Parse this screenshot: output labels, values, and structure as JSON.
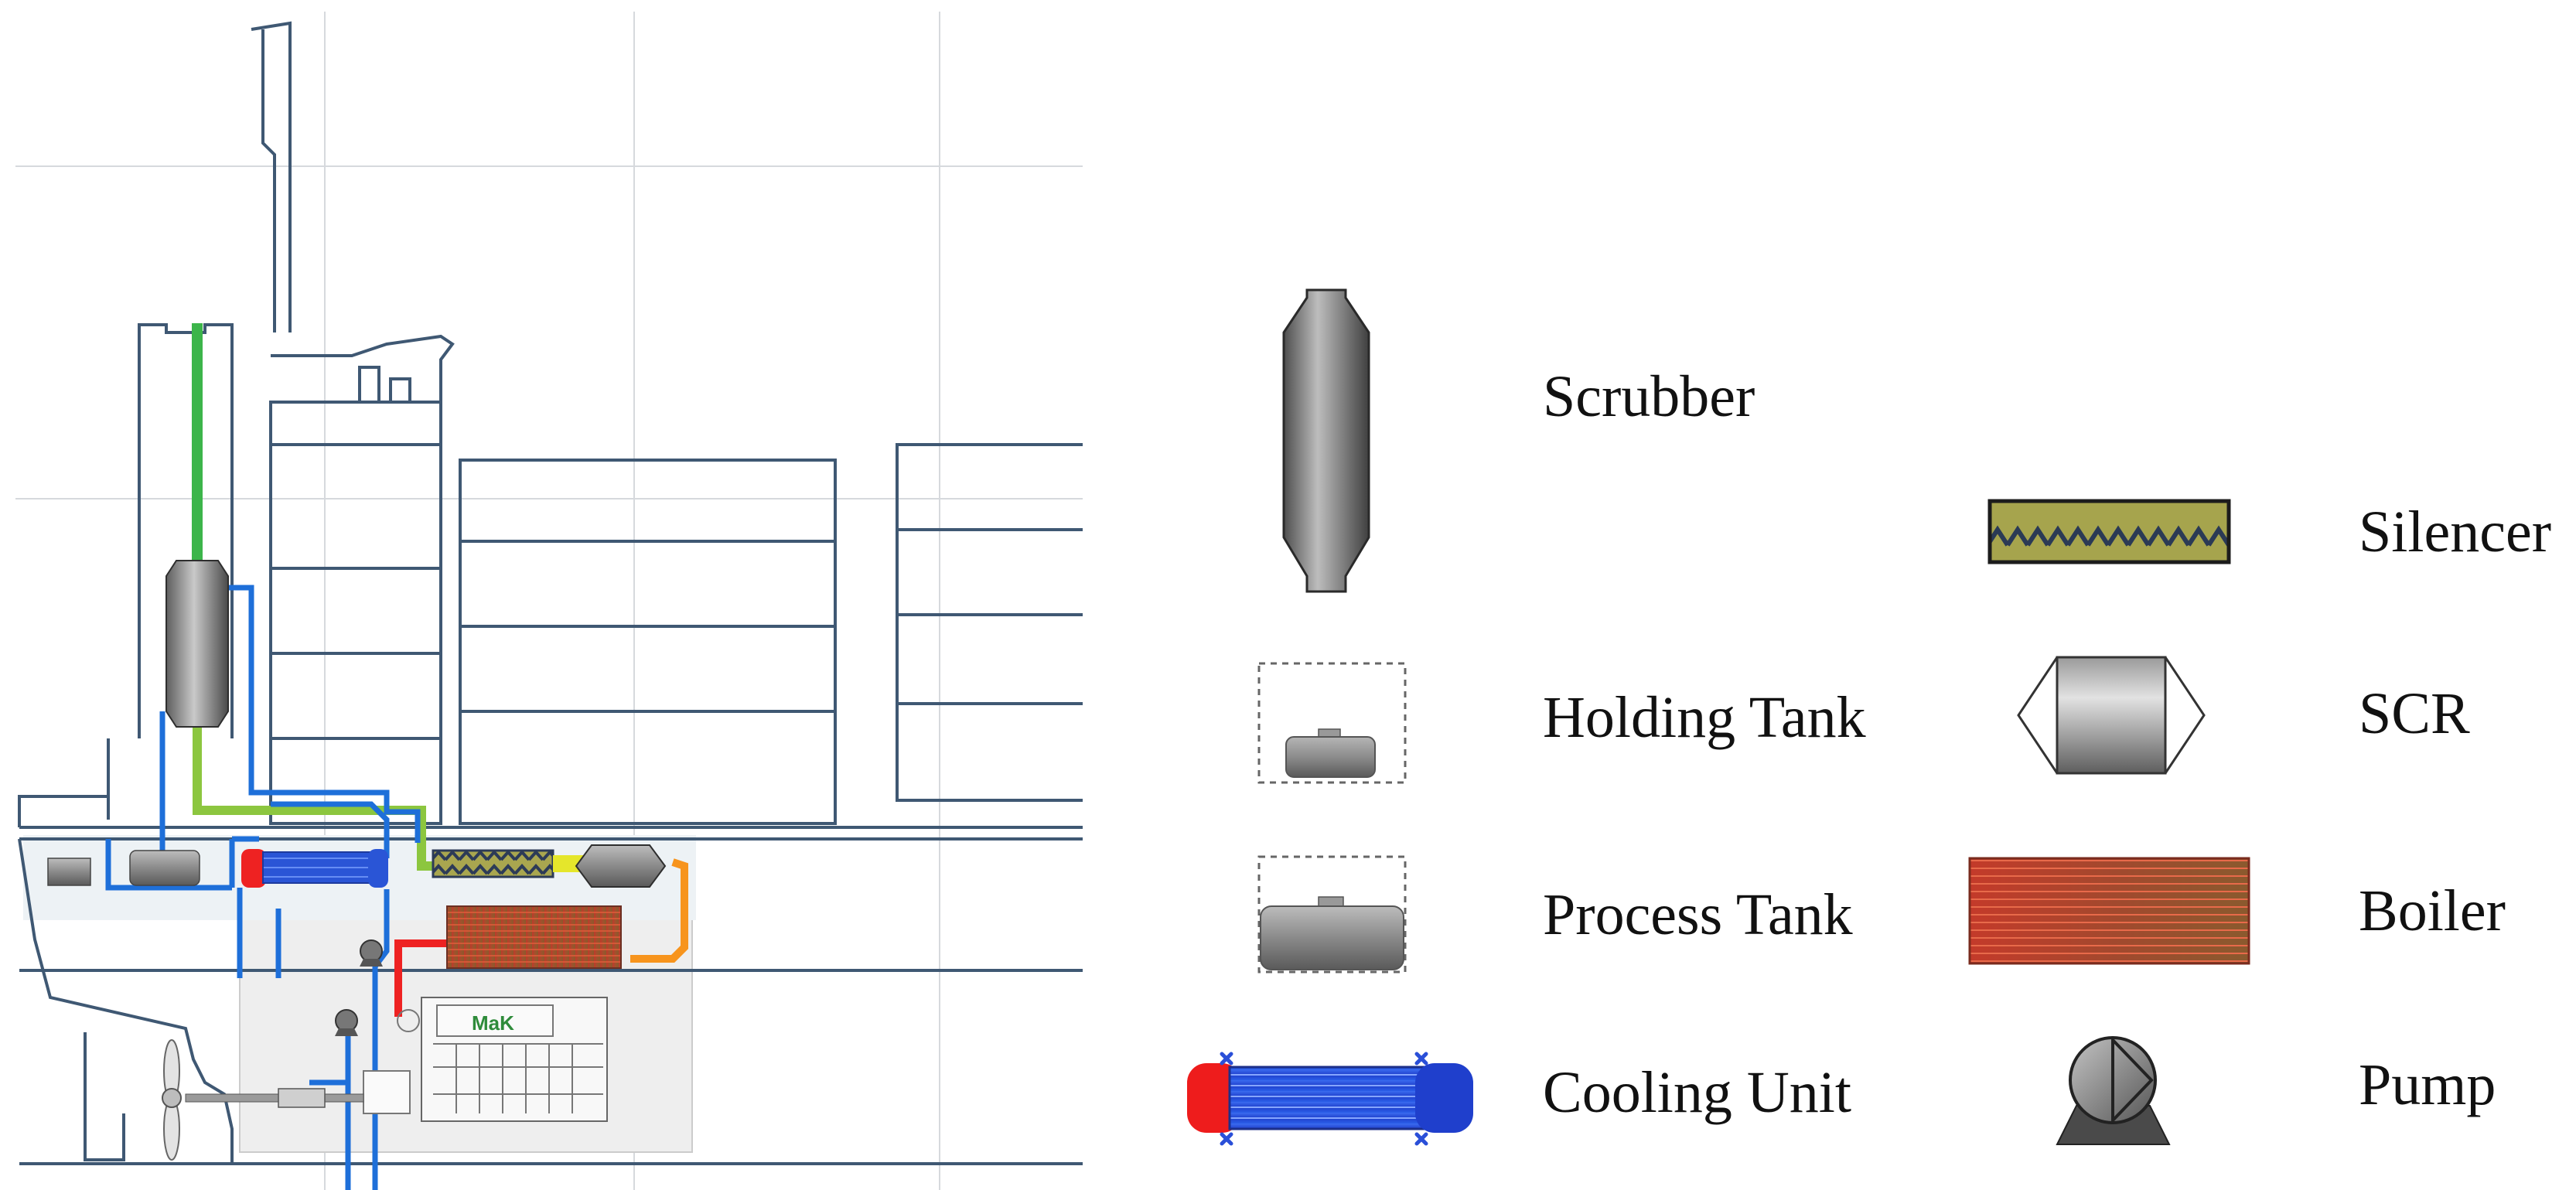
{
  "colors": {
    "hull_outline": "#3f5873",
    "grid": "#d6d9dd",
    "exhaust_green": "#3cb54a",
    "exhaust_lightgreen": "#8cc63f",
    "water_blue": "#1e6fd9",
    "hot_red": "#ee2222",
    "hot_orange": "#f7941d",
    "engine_room_fill": "#eeeeee"
  },
  "engine": {
    "brand": "MaK"
  },
  "legend": {
    "items": [
      {
        "key": "scrubber",
        "label": "Scrubber",
        "icon": "scrubber-icon"
      },
      {
        "key": "silencer",
        "label": "Silencer",
        "icon": "silencer-icon"
      },
      {
        "key": "holding_tank",
        "label": "Holding Tank",
        "icon": "holding-tank-icon"
      },
      {
        "key": "scr",
        "label": "SCR",
        "icon": "scr-icon"
      },
      {
        "key": "process_tank",
        "label": "Process Tank",
        "icon": "process-tank-icon"
      },
      {
        "key": "boiler",
        "label": "Boiler",
        "icon": "boiler-icon"
      },
      {
        "key": "cooling_unit",
        "label": "Cooling Unit",
        "icon": "cooling-unit-icon"
      },
      {
        "key": "pump",
        "label": "Pump",
        "icon": "pump-icon"
      }
    ]
  }
}
